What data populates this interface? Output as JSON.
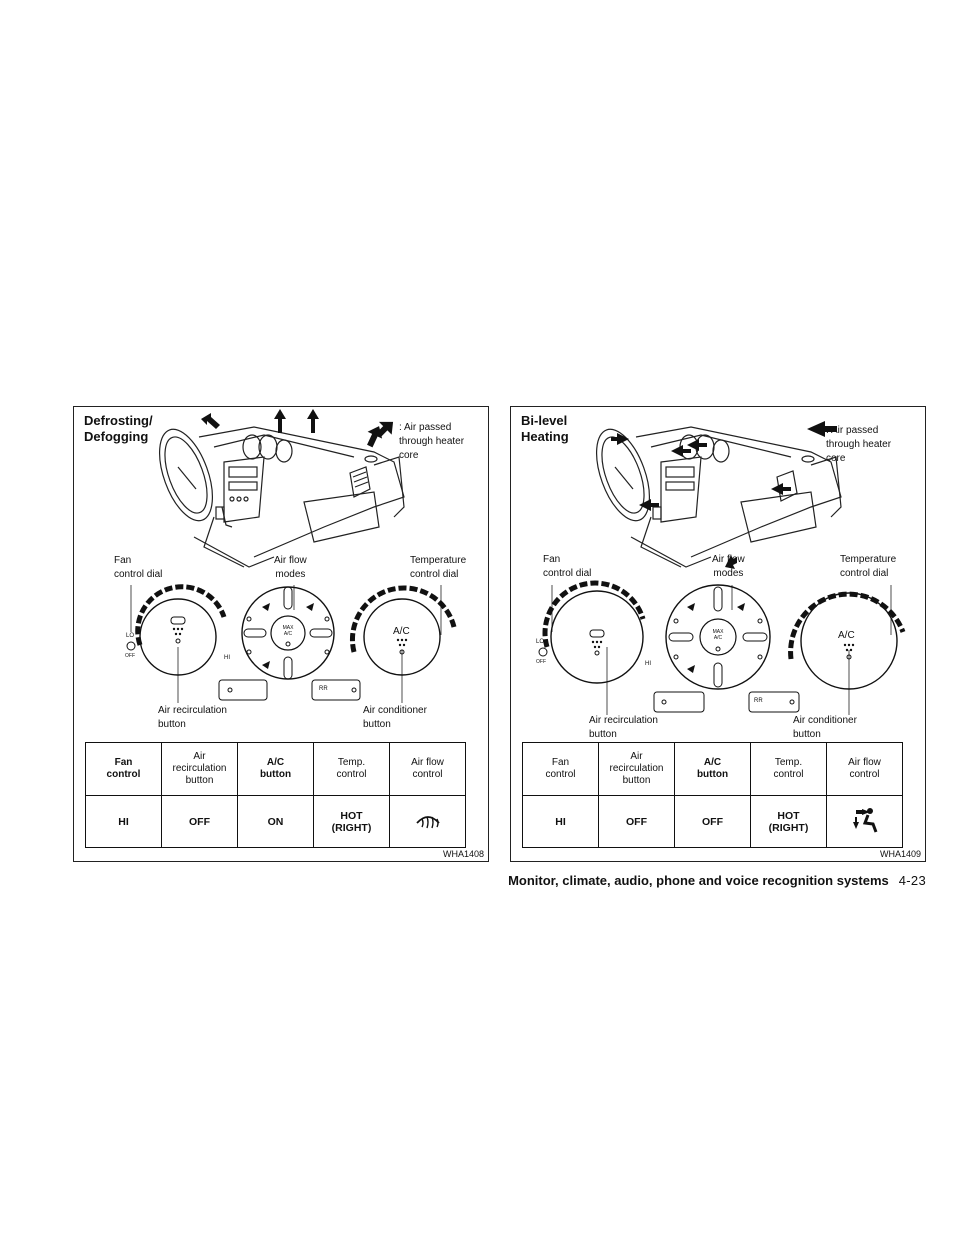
{
  "panels": [
    {
      "title": "Defrosting/\nDefogging",
      "note": ": Air passed\nthrough heater\ncore",
      "labels": {
        "fan_control_dial": "Fan\ncontrol dial",
        "air_flow_modes": "Air flow\nmodes",
        "temperature_control_dial": "Temperature\ncontrol dial",
        "air_recirculation_button": "Air recirculation\nbutton",
        "air_conditioner_button": "Air conditioner\nbutton"
      },
      "dial_text": {
        "lo": "LO",
        "off": "OFF",
        "hi": "HI",
        "max_ac": "MAX\nA/C",
        "ac": "A/C",
        "rr": "RR"
      },
      "table": {
        "headers": [
          "Fan\ncontrol",
          "Air\nrecirculation\nbutton",
          "A/C\nbutton",
          "Temp.\ncontrol",
          "Air flow\ncontrol"
        ],
        "values": [
          "HI",
          "OFF",
          "ON",
          "HOT\n(RIGHT)",
          ""
        ],
        "airflow_icon": "defrost-icon"
      },
      "code": "WHA1408"
    },
    {
      "title": "Bi-level\nHeating",
      "note": ": Air passed\nthrough heater\ncore",
      "labels": {
        "fan_control_dial": "Fan\ncontrol dial",
        "air_flow_modes": "Air flow\nmodes",
        "temperature_control_dial": "Temperature\ncontrol dial",
        "air_recirculation_button": "Air recirculation\nbutton",
        "air_conditioner_button": "Air conditioner\nbutton"
      },
      "dial_text": {
        "lo": "LO",
        "off": "OFF",
        "hi": "HI",
        "max_ac": "MAX\nA/C",
        "ac": "A/C",
        "rr": "RR"
      },
      "table": {
        "headers": [
          "Fan\ncontrol",
          "Air\nrecirculation\nbutton",
          "A/C\nbutton",
          "Temp.\ncontrol",
          "Air flow\ncontrol"
        ],
        "values": [
          "HI",
          "OFF",
          "OFF",
          "HOT\n(RIGHT)",
          ""
        ],
        "airflow_icon": "bi-level-icon"
      },
      "code": "WHA1409"
    }
  ],
  "footer": {
    "section": "Monitor, climate, audio, phone and voice recognition systems",
    "page": "4-23"
  }
}
